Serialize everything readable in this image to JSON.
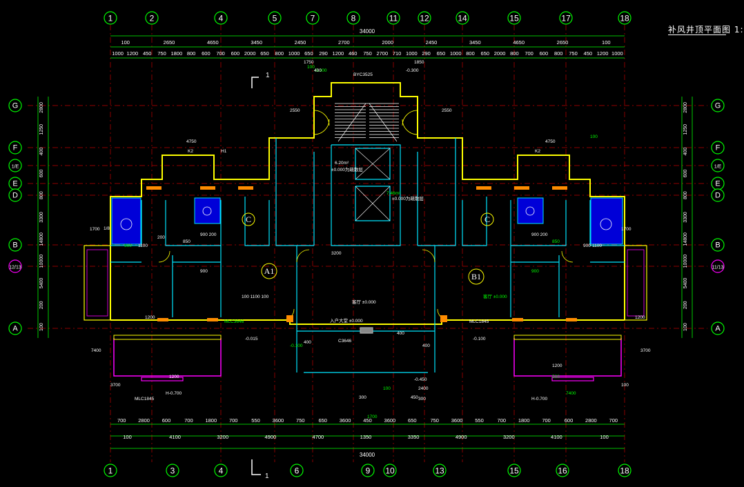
{
  "drawing": {
    "title": "补风井顶平面图 1:",
    "colors": {
      "bg": "#000000",
      "axis": "#00ff00",
      "dim": "#ffffff",
      "wall": "#ffff00",
      "wall2": "#ffc000",
      "interior": "#00e5ff",
      "blue_room": "#0000d8",
      "magenta": "#ff00ff",
      "red": "#ff3030",
      "green_text": "#00ff00",
      "dash_red": "#c00000"
    },
    "axes_top": [
      "1",
      "2",
      "4",
      "5",
      "7",
      "8",
      "11",
      "12",
      "14",
      "15",
      "17",
      "18"
    ],
    "axes_bottom": [
      "1",
      "3",
      "4",
      "6",
      "9",
      "10",
      "13",
      "15",
      "16",
      "18"
    ],
    "axes_left": [
      "G",
      "F",
      "1/E",
      "E",
      "D",
      "B",
      "12/13",
      "A"
    ],
    "axes_right": [
      "G",
      "F",
      "1/E",
      "E",
      "D",
      "B",
      "11/13",
      "A"
    ],
    "overall_width": "34000",
    "top_dim_row1": [
      "100",
      "2650",
      "4650",
      "3450",
      "2450",
      "2700",
      "2000",
      "2450",
      "3450",
      "4650",
      "2650",
      "100"
    ],
    "top_dim_row2": [
      "1000",
      "1200",
      "450",
      "750",
      "1800",
      "800",
      "600",
      "700",
      "600",
      "2000",
      "650",
      "800",
      "1000",
      "650",
      "290",
      "1200",
      "460",
      "750",
      "2700",
      "710",
      "1000",
      "290",
      "650",
      "1000",
      "800",
      "650",
      "2000",
      "800",
      "700",
      "600",
      "800",
      "750",
      "450",
      "1200",
      "1000"
    ],
    "bottom_dim_row1": [
      "700",
      "2800",
      "600",
      "700",
      "1800",
      "700",
      "550",
      "3600",
      "750",
      "650",
      "3600",
      "450",
      "3600",
      "650",
      "750",
      "3600",
      "550",
      "700",
      "1800",
      "700",
      "600",
      "2800",
      "700"
    ],
    "bottom_dim_row2": [
      "100",
      "4100",
      "3200",
      "4900",
      "4700",
      "1350",
      "3350",
      "4900",
      "3200",
      "4100",
      "100"
    ],
    "bottom_overall": "34000",
    "left_dims": [
      "2800",
      "1250",
      "400",
      "600",
      "800",
      "3300",
      "14800",
      "10000",
      "5400",
      "200",
      "100"
    ],
    "section_marks": {
      "top": "1",
      "bottom": "1"
    },
    "unit_labels": [
      "A1",
      "B1",
      "C",
      "C"
    ],
    "annotations": [
      "-0.300",
      "-0.300",
      "BYC3525",
      "1750",
      "1850",
      "100",
      "2550",
      "2550",
      "4750",
      "4750",
      "100",
      "K2",
      "K2",
      "H1",
      "6.20m²",
      "7.46m²",
      "±0.000为疏散层",
      "±0.000为疏散层",
      "1700",
      "1700",
      "900",
      "900",
      "1100",
      "1100",
      "850",
      "850",
      "200",
      "900 200",
      "900 200",
      "900",
      "900",
      "1200",
      "1200",
      "3200",
      "100 1100 100",
      "客厅 ±0.000",
      "客厅 ±0.000",
      "入户大堂 ±0.000",
      "-0.015",
      "-0.100",
      "-0.100",
      "400",
      "400",
      "400",
      "C3646",
      "MLC3646",
      "MLC1845",
      "MLC1845",
      "H-0.700",
      "H-0.700",
      "7400",
      "7400",
      "3700",
      "3700",
      "100",
      "100",
      "2400",
      "1200",
      "-0.450",
      "1/8",
      "1700",
      "450",
      "300",
      "300",
      "1200",
      "500",
      "400"
    ]
  }
}
